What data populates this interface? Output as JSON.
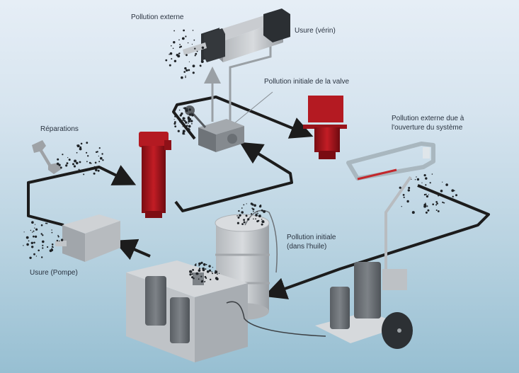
{
  "labels": {
    "pollution_externe": "Pollution externe",
    "usure_verin": "Usure (vérin)",
    "pollution_valve": "Pollution initiale de la valve",
    "ouverture_line1": "Pollution externe due à",
    "ouverture_line2": "l'ouverture du système",
    "reparations": "Réparations",
    "pollution_huile_line1": "Pollution initiale",
    "pollution_huile_line2": "(dans l'huile)",
    "usure_pompe": "Usure (Pompe)"
  },
  "colors": {
    "filter_red": "#a8141c",
    "machine_grey": "#8e9398",
    "pipe": "#1c1c1c"
  }
}
